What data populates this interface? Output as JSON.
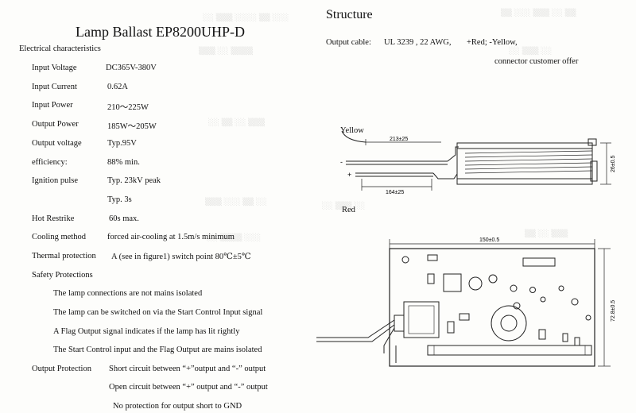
{
  "left": {
    "title": "Lamp Ballast EP8200UHP-D",
    "section": "Electrical characteristics",
    "specs": [
      {
        "label": "Input Voltage",
        "value": "DC365V-380V"
      },
      {
        "label": "Input Current",
        "value": "0.62A"
      },
      {
        "label": "Input Power",
        "value": "210～225W"
      },
      {
        "label": "Output Power",
        "value": "185W～205W"
      },
      {
        "label": "Output voltage",
        "value": "Typ.95V"
      },
      {
        "label": "efficiency:",
        "value": "88% min."
      },
      {
        "label": "Ignition pulse",
        "value": "Typ. 23kV peak"
      },
      {
        "label": "",
        "value": "Typ. 3s"
      },
      {
        "label": "Hot Restrike",
        "value": "60s max."
      },
      {
        "label": "Cooling method",
        "value": "forced air-cooling at 1.5m/s minimum"
      },
      {
        "label": "Thermal protection",
        "value": "A (see in figure1) switch point 80℃±5℃"
      }
    ],
    "safety_label": "Safety Protections",
    "safety_items": [
      "The lamp connections are not mains isolated",
      "The lamp can be switched on via the Start Control Input signal",
      "A Flag Output signal indicates if the lamp has lit rightly",
      "The Start Control input and the Flag Output are mains isolated"
    ],
    "output_protection_label": "Output Protection",
    "output_protection_items": [
      "Short circuit between “+”output and “-” output",
      "Open circuit between “+” output and “-” output",
      "No protection for output short to GND"
    ]
  },
  "right": {
    "title": "Structure",
    "cable_label": "Output cable:",
    "cable_spec": "UL 3239 , 22 AWG,",
    "cable_colors": "+Red;  -Yellow,",
    "connector": "connector customer offer",
    "yellow_label": "Yellow",
    "red_label": "Red",
    "dim_213": "213±25",
    "dim_164": "164±25",
    "dim_26": "26±0.5",
    "dim_150": "150±0.5",
    "dim_72": "72.8±0.5",
    "minus": "-",
    "plus": "+"
  }
}
